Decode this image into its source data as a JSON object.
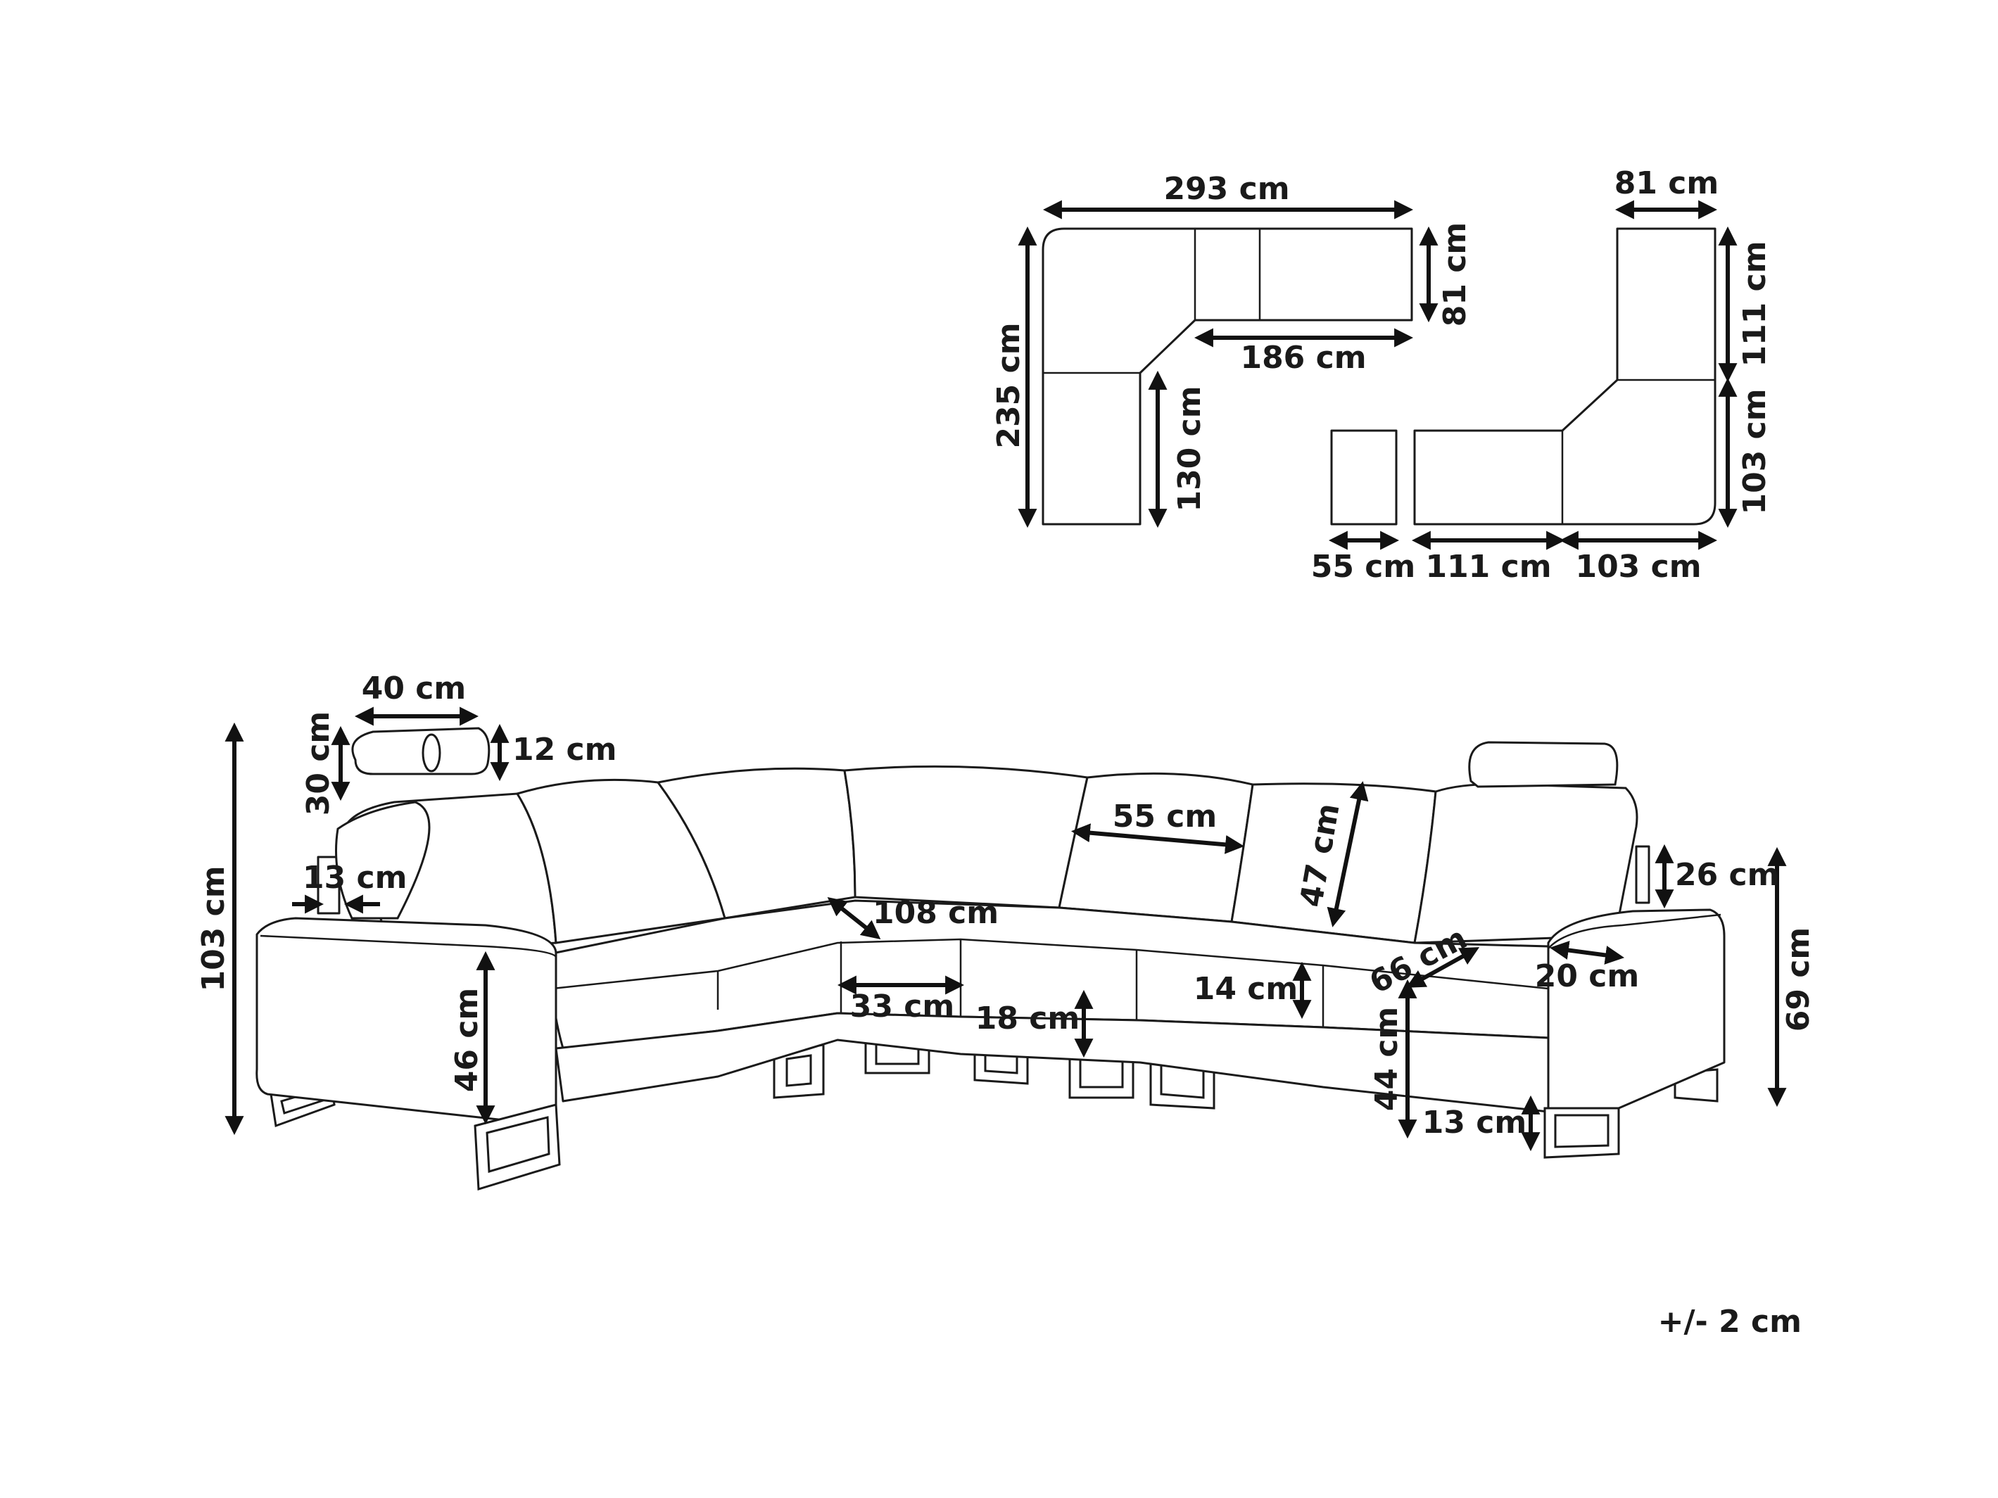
{
  "diagram": {
    "top_plan_left": {
      "overall_width": "293 cm",
      "overall_depth": "235 cm",
      "arm_depth": "81 cm",
      "long_section": "186 cm",
      "short_section": "130 cm"
    },
    "top_plan_right": {
      "top_width": "81 cm",
      "upper_depth": "111 cm",
      "lower_depth": "103 cm",
      "ottoman_width": "55 cm",
      "bottom_left": "111 cm",
      "bottom_right": "103 cm"
    },
    "front_view": {
      "total_height": "103 cm",
      "headrest_width": "40 cm",
      "headrest_height": "30 cm",
      "headrest_depth": "12 cm",
      "armrest_width": "13 cm",
      "seat_to_floor": "46 cm",
      "corner_seat": "108 cm",
      "corner_depth": "33 cm",
      "seat_cushion_height": "18 cm",
      "back_cushion_width": "55 cm",
      "back_cushion_height": "47 cm",
      "seat_thickness": "14 cm",
      "seat_depth": "66 cm",
      "seat_height": "44 cm",
      "leg_height": "13 cm",
      "arm_width_right": "20 cm",
      "arm_height": "69 cm",
      "headrest_right": "26 cm"
    },
    "tolerance": "+/- 2 cm"
  }
}
